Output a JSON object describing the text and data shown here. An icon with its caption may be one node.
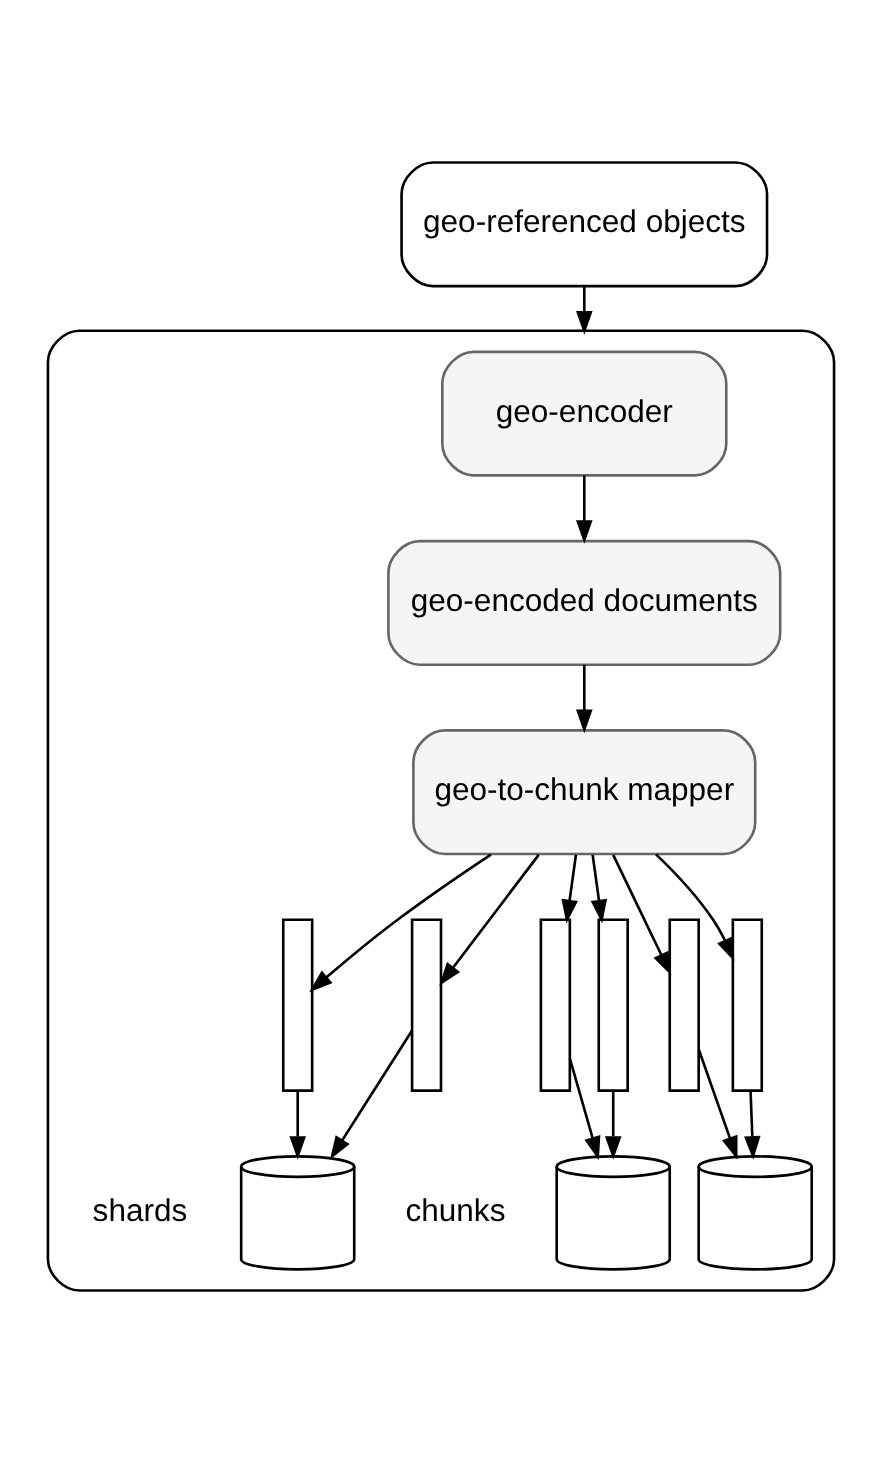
{
  "diagram": {
    "nodes": [
      {
        "text": [
          "geo-referenced objects"
        ]
      },
      {
        "text": [],
        "shape": "box"
      },
      {
        "text": [
          "geo-encoder"
        ],
        "in": 1
      },
      {
        "text": [
          "geo-encoded documents"
        ],
        "in": 1
      },
      {
        "text": [
          "geo-to-chunk mapper"
        ],
        "in": 1
      },
      {
        "text": [],
        "shape": "bar",
        "in": 1
      },
      {
        "text": [],
        "shape": "bar",
        "in": 1
      },
      {
        "text": [],
        "shape": "bar",
        "in": 1
      },
      {
        "text": [],
        "shape": "bar",
        "in": 1
      },
      {
        "text": [],
        "shape": "bar",
        "in": 1
      },
      {
        "text": [],
        "shape": "bar",
        "in": 1
      },
      {
        "text": [],
        "shape": "cylinder",
        "in": 1
      },
      {
        "text": [],
        "shape": "cylinder",
        "in": 1
      },
      {
        "text": [],
        "shape": "cylinder",
        "in": 1
      }
    ],
    "edges": [
      {
        "from": 0,
        "to": 1,
        "arrow": "to"
      },
      {
        "from": 2,
        "to": 3,
        "arrow": "to"
      },
      {
        "from": 3,
        "to": 4,
        "arrow": "to"
      },
      {
        "from": 4,
        "to": 5,
        "arrow": "to"
      },
      {
        "from": 4,
        "to": 6,
        "arrow": "to"
      },
      {
        "from": 4,
        "to": 7,
        "arrow": "to"
      },
      {
        "from": 4,
        "to": 8,
        "arrow": "to"
      },
      {
        "from": 4,
        "to": 9,
        "arrow": "to"
      },
      {
        "from": 4,
        "to": 10,
        "arrow": "to"
      },
      {
        "from": 5,
        "to": 11,
        "arrow": "to"
      },
      {
        "from": 6,
        "to": 11,
        "arrow": "to"
      },
      {
        "from": 7,
        "to": 12,
        "arrow": "to"
      },
      {
        "from": 8,
        "to": 12,
        "arrow": "to"
      },
      {
        "from": 9,
        "to": 13,
        "arrow": "to"
      },
      {
        "from": 10,
        "to": 13,
        "arrow": "to"
      }
    ],
    "labels": [
      "chunks",
      "shards"
    ]
  }
}
